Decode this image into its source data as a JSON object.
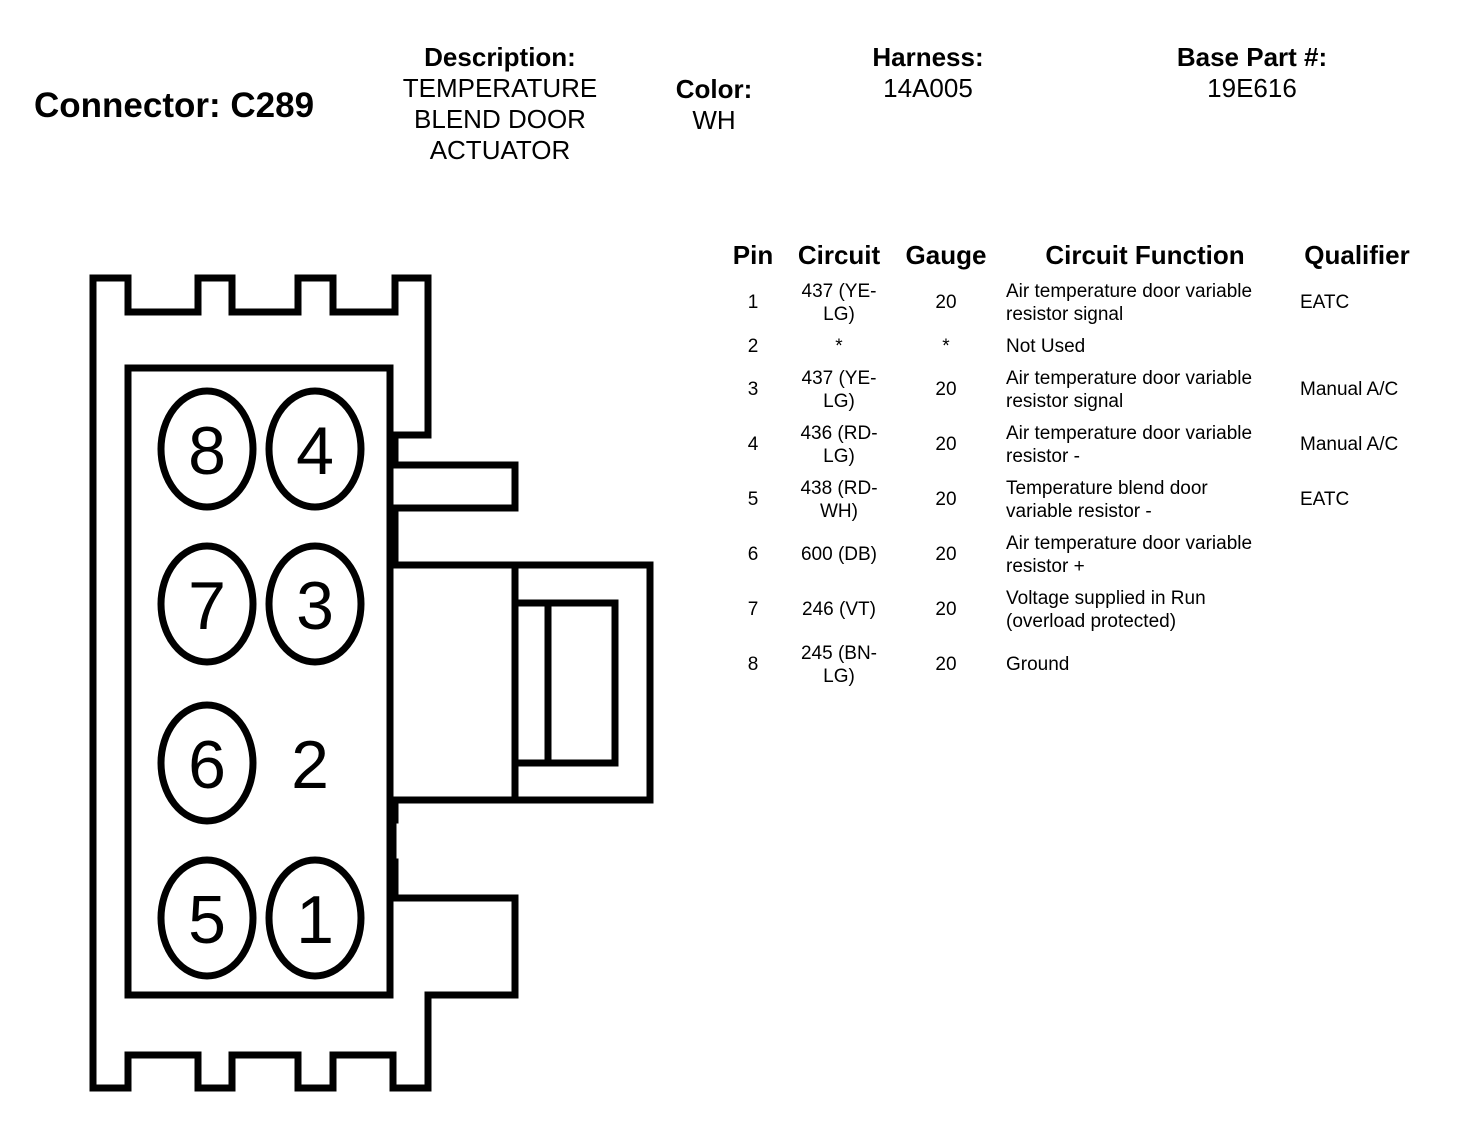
{
  "header": {
    "connector": "Connector: C289",
    "description_label": "Description:",
    "description_lines": [
      "TEMPERATURE",
      "BLEND DOOR",
      "ACTUATOR"
    ],
    "color_label": "Color:",
    "color_value": "WH",
    "harness_label": "Harness:",
    "harness_value": "14A005",
    "base_part_label": "Base Part #:",
    "base_part_value": "19E616"
  },
  "connector_face": {
    "pins": [
      {
        "label": "8",
        "hollow": true
      },
      {
        "label": "4",
        "hollow": true
      },
      {
        "label": "7",
        "hollow": true
      },
      {
        "label": "3",
        "hollow": true
      },
      {
        "label": "6",
        "hollow": true
      },
      {
        "label": "2",
        "hollow": false
      },
      {
        "label": "5",
        "hollow": true
      },
      {
        "label": "1",
        "hollow": true
      }
    ]
  },
  "table": {
    "headers": [
      "Pin",
      "Circuit",
      "Gauge",
      "Circuit Function",
      "Qualifier"
    ],
    "rows": [
      {
        "pin": "1",
        "circuit": [
          "437 (YE-",
          "LG)"
        ],
        "gauge": "20",
        "function": [
          "Air temperature door variable",
          "resistor signal"
        ],
        "qualifier": "EATC"
      },
      {
        "pin": "2",
        "circuit": [
          "*"
        ],
        "gauge": "*",
        "function": [
          "Not Used"
        ],
        "qualifier": ""
      },
      {
        "pin": "3",
        "circuit": [
          "437 (YE-",
          "LG)"
        ],
        "gauge": "20",
        "function": [
          "Air temperature door variable",
          "resistor signal"
        ],
        "qualifier": "Manual A/C"
      },
      {
        "pin": "4",
        "circuit": [
          "436 (RD-",
          "LG)"
        ],
        "gauge": "20",
        "function": [
          "Air temperature door variable",
          "resistor -"
        ],
        "qualifier": "Manual A/C"
      },
      {
        "pin": "5",
        "circuit": [
          "438 (RD-",
          "WH)"
        ],
        "gauge": "20",
        "function": [
          "Temperature blend door",
          "variable resistor -"
        ],
        "qualifier": "EATC"
      },
      {
        "pin": "6",
        "circuit": [
          "600 (DB)"
        ],
        "gauge": "20",
        "function": [
          "Air temperature door variable",
          "resistor +"
        ],
        "qualifier": ""
      },
      {
        "pin": "7",
        "circuit": [
          "246 (VT)"
        ],
        "gauge": "20",
        "function": [
          "Voltage supplied in Run",
          "(overload protected)"
        ],
        "qualifier": ""
      },
      {
        "pin": "8",
        "circuit": [
          "245 (BN-",
          "LG)"
        ],
        "gauge": "20",
        "function": [
          "Ground"
        ],
        "qualifier": ""
      }
    ]
  }
}
